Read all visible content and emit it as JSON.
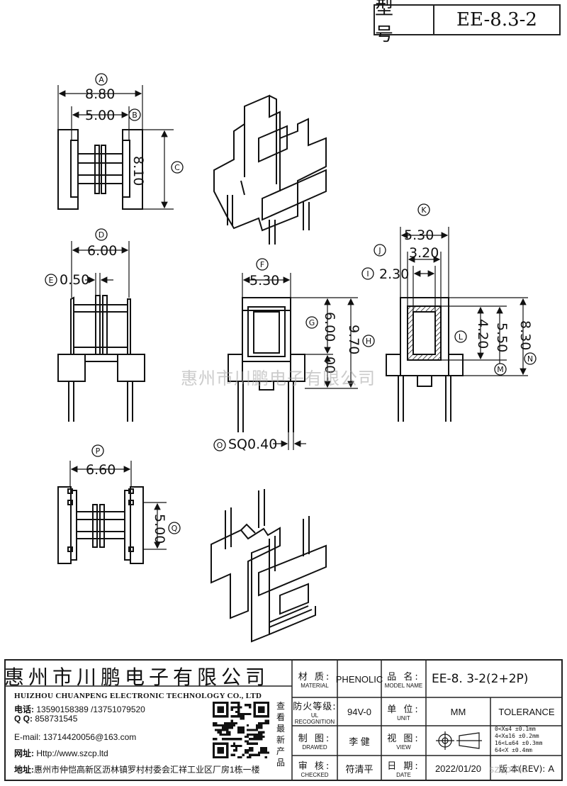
{
  "header": {
    "model_label": "型 号",
    "model_value": "EE-8.3-2"
  },
  "dimensions": {
    "A": "8.80",
    "B": "5.00",
    "C": "8.10",
    "D": "6.00",
    "E": "0.50",
    "F": "5.30",
    "G": "6.00",
    "H": "9.70",
    "mid_fragment": "00",
    "K": "5.30",
    "J": "3.20",
    "I": "2.30",
    "L": "4.20",
    "M": "5.50",
    "N": "8.30",
    "O": "SQ0.40",
    "P": "6.60",
    "Q": "5.00"
  },
  "callouts": [
    "A",
    "B",
    "C",
    "D",
    "E",
    "F",
    "G",
    "H",
    "I",
    "J",
    "K",
    "L",
    "M",
    "N",
    "O",
    "P",
    "Q"
  ],
  "watermark": "惠州市川鹏电子有限公司",
  "watermark2": "szcp.ltd",
  "company": {
    "name_cn": "惠州市川鹏电子有限公司",
    "name_en": "HUIZHOU CHUANPENG ELECTRONIC TECHNOLOGY CO., LTD",
    "phone_label": "电话:",
    "phone": "13590158389 /13751079520",
    "qq_label": "Q Q:",
    "qq": "858731545",
    "email_label": "E-mail:",
    "email": "13714420056@163.com",
    "web_label": "网址:",
    "web": "Http://www.szcp.ltd",
    "addr_label": "地址:",
    "addr": "惠州市仲恺高新区沥林镇罗村村委会汇祥工业区厂房1栋一楼",
    "qr_note": "查看最新产品"
  },
  "titleblock": {
    "material_cn": "材 质:",
    "material_en": "MATERIAL",
    "material": "PHENOLIC",
    "partname_cn": "品 名:",
    "partname_en": "MODEL NAME",
    "partname": "EE-8. 3-2(2+2P)",
    "ul_cn": "防火等级:",
    "ul_en": "UL RECOGNITION",
    "ul": "94V-0",
    "unit_cn": "单 位:",
    "unit_en": "UNIT",
    "unit": "MM",
    "tolerance": "TOLERANCE",
    "drawn_cn": "制 图:",
    "drawn_en": "DRAWED",
    "drawn": "李 健",
    "view_cn": "视 图:",
    "view_en": "VIEW",
    "checked_cn": "审 核:",
    "checked_en": "CHECKED",
    "checked": "符清平",
    "date_cn": "日 期:",
    "date_en": "DATE",
    "date": "2022/01/20",
    "rev_label": "版 本(REV):",
    "rev": "A",
    "tol_rows": [
      "0<X≤4   ±0.1mm",
      "4<X≤16  ±0.2mm",
      "16<L≤64 ±0.3mm",
      "64<X    ±0.4mm"
    ]
  }
}
